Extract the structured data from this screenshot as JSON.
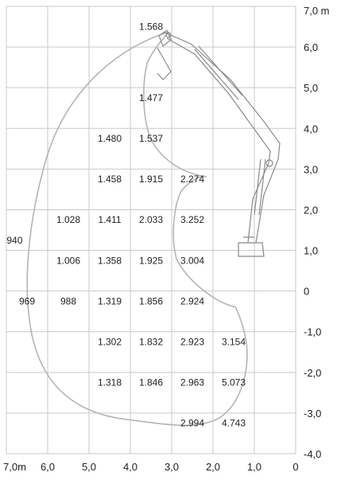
{
  "units": {
    "y_unit": "m",
    "x_unit": "m"
  },
  "colors": {
    "grid": "#c9c9c9",
    "envelope": "#b4b4b4",
    "machine": "#8a8a8a",
    "text": "#222222"
  },
  "chart_data": {
    "type": "table",
    "title": "",
    "xlabel": "",
    "ylabel": "",
    "x_ticks": [
      "7,0m",
      "6,0",
      "5,0",
      "4,0",
      "3,0",
      "2,0",
      "1,0",
      "0"
    ],
    "y_ticks": [
      "7,0 m",
      "6,0",
      "5,0",
      "4,0",
      "3,0",
      "2,0",
      "1,0",
      "0",
      "-1,0",
      "-2,0",
      "-3,0",
      "-4,0"
    ],
    "xlim": [
      7.0,
      0
    ],
    "ylim": [
      -4.0,
      7.0
    ],
    "grid": true,
    "values": [
      {
        "reach": 3.5,
        "height": 6.5,
        "label": "1.568"
      },
      {
        "reach": 3.5,
        "height": 4.75,
        "label": "1.477"
      },
      {
        "reach": 4.5,
        "height": 3.75,
        "label": "1.480"
      },
      {
        "reach": 3.5,
        "height": 3.75,
        "label": "1.537"
      },
      {
        "reach": 4.5,
        "height": 2.75,
        "label": "1.458"
      },
      {
        "reach": 3.5,
        "height": 2.75,
        "label": "1.915"
      },
      {
        "reach": 2.5,
        "height": 2.75,
        "label": "2.274"
      },
      {
        "reach": 5.5,
        "height": 1.75,
        "label": "1.028"
      },
      {
        "reach": 4.5,
        "height": 1.75,
        "label": "1.411"
      },
      {
        "reach": 3.5,
        "height": 1.75,
        "label": "2.033"
      },
      {
        "reach": 2.5,
        "height": 1.75,
        "label": "3.252"
      },
      {
        "reach": 6.8,
        "height": 1.25,
        "label": "940"
      },
      {
        "reach": 5.5,
        "height": 0.75,
        "label": "1.006"
      },
      {
        "reach": 4.5,
        "height": 0.75,
        "label": "1.358"
      },
      {
        "reach": 3.5,
        "height": 0.75,
        "label": "1.925"
      },
      {
        "reach": 2.5,
        "height": 0.75,
        "label": "3.004"
      },
      {
        "reach": 6.5,
        "height": -0.25,
        "label": "969"
      },
      {
        "reach": 5.5,
        "height": -0.25,
        "label": "988"
      },
      {
        "reach": 4.5,
        "height": -0.25,
        "label": "1.319"
      },
      {
        "reach": 3.5,
        "height": -0.25,
        "label": "1.856"
      },
      {
        "reach": 2.5,
        "height": -0.25,
        "label": "2.924"
      },
      {
        "reach": 4.5,
        "height": -1.25,
        "label": "1.302"
      },
      {
        "reach": 3.5,
        "height": -1.25,
        "label": "1.832"
      },
      {
        "reach": 2.5,
        "height": -1.25,
        "label": "2.923"
      },
      {
        "reach": 1.5,
        "height": -1.25,
        "label": "3.154"
      },
      {
        "reach": 4.5,
        "height": -2.25,
        "label": "1.318"
      },
      {
        "reach": 3.5,
        "height": -2.25,
        "label": "1.846"
      },
      {
        "reach": 2.5,
        "height": -2.25,
        "label": "2.963"
      },
      {
        "reach": 1.5,
        "height": -2.25,
        "label": "5.073"
      },
      {
        "reach": 2.5,
        "height": -3.25,
        "label": "2.994"
      },
      {
        "reach": 1.5,
        "height": -3.25,
        "label": "4.743"
      }
    ]
  }
}
